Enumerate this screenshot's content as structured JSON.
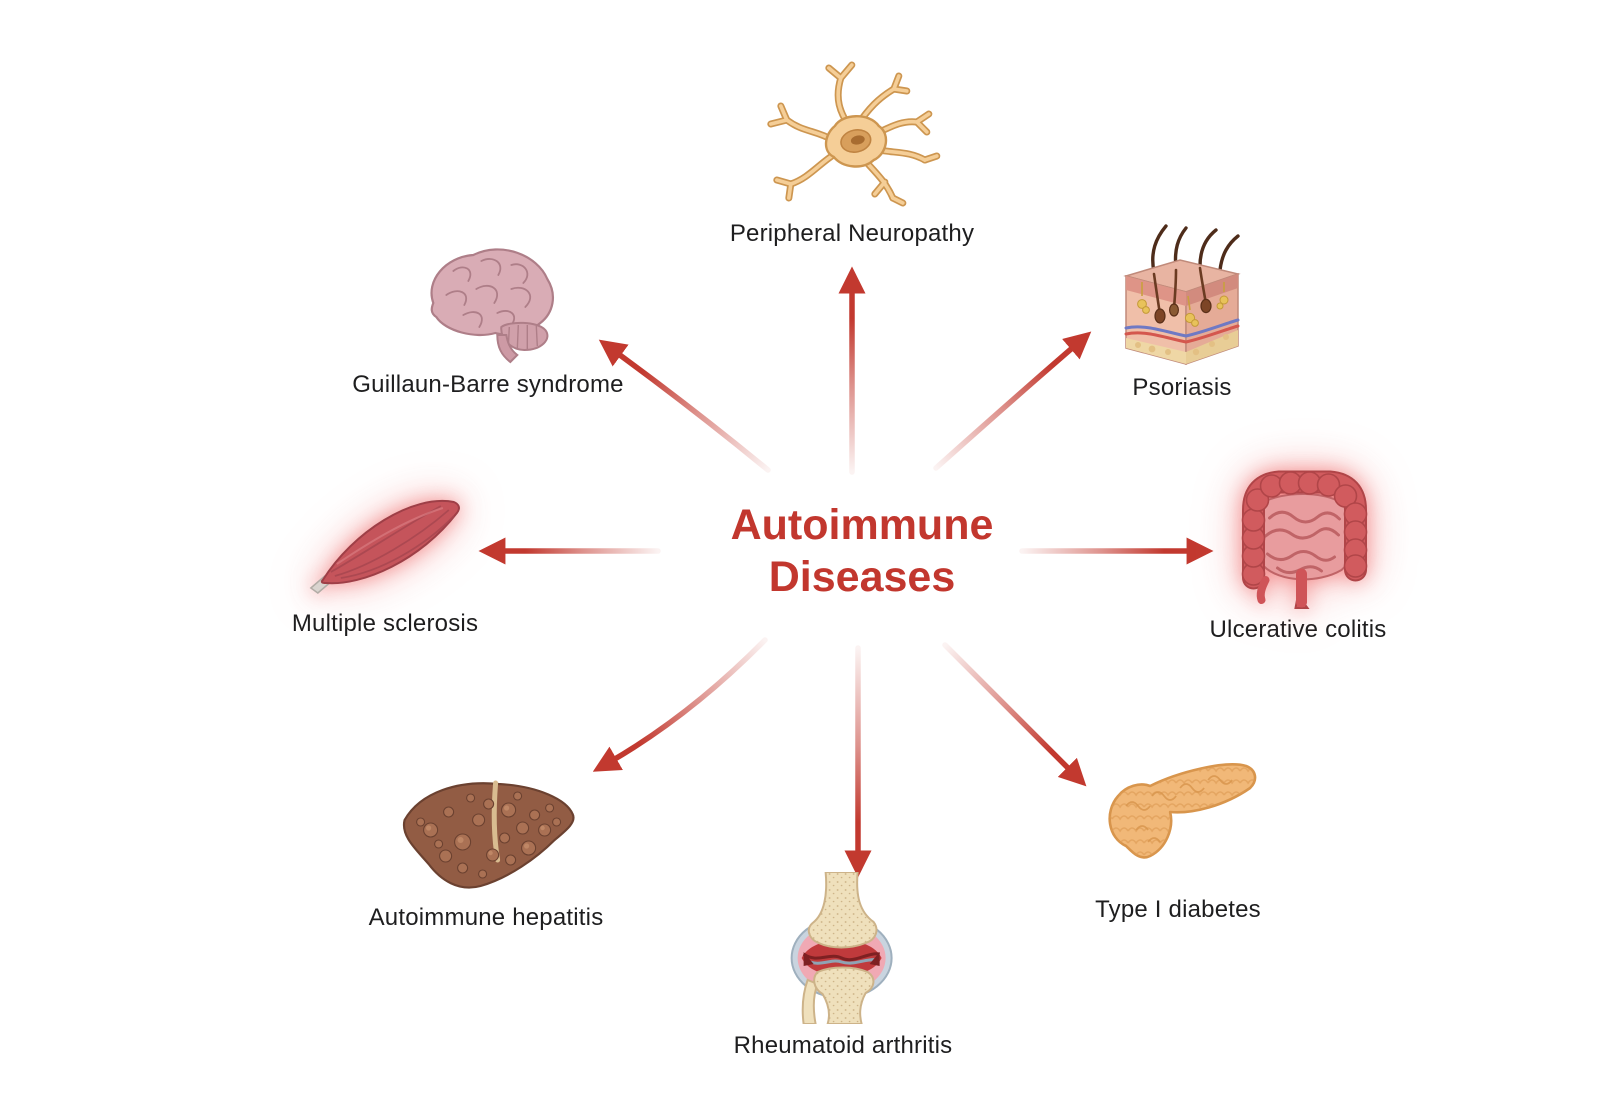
{
  "diagram": {
    "title": "Autoimmune Diseases",
    "title_color": "#c2372e",
    "arrow_color": "#c23a31",
    "label_color": "#1e1e1f",
    "nodes": [
      {
        "id": "peripheral-neuropathy",
        "label": "Peripheral Neuropathy",
        "icon": "neuron-icon",
        "position": "top"
      },
      {
        "id": "psoriasis",
        "label": "Psoriasis",
        "icon": "skin-section-icon",
        "position": "top-right"
      },
      {
        "id": "ulcerative-colitis",
        "label": "Ulcerative colitis",
        "icon": "intestine-icon",
        "position": "right"
      },
      {
        "id": "type-1-diabetes",
        "label": "Type I diabetes",
        "icon": "pancreas-icon",
        "position": "bottom-right"
      },
      {
        "id": "rheumatoid-arthritis",
        "label": "Rheumatoid arthritis",
        "icon": "knee-joint-icon",
        "position": "bottom"
      },
      {
        "id": "autoimmune-hepatitis",
        "label": "Autoimmune hepatitis",
        "icon": "liver-icon",
        "position": "bottom-left"
      },
      {
        "id": "multiple-sclerosis",
        "label": "Multiple sclerosis",
        "icon": "muscle-icon",
        "position": "left"
      },
      {
        "id": "guillaun-barre-syndrome",
        "label": "Guillaun-Barre syndrome",
        "icon": "brain-icon",
        "position": "top-left"
      }
    ],
    "arrows": [
      "center-to-top",
      "center-to-top-right",
      "center-to-right",
      "center-to-bottom-right",
      "center-to-bottom",
      "center-to-bottom-left",
      "center-to-left",
      "center-to-top-left"
    ]
  }
}
